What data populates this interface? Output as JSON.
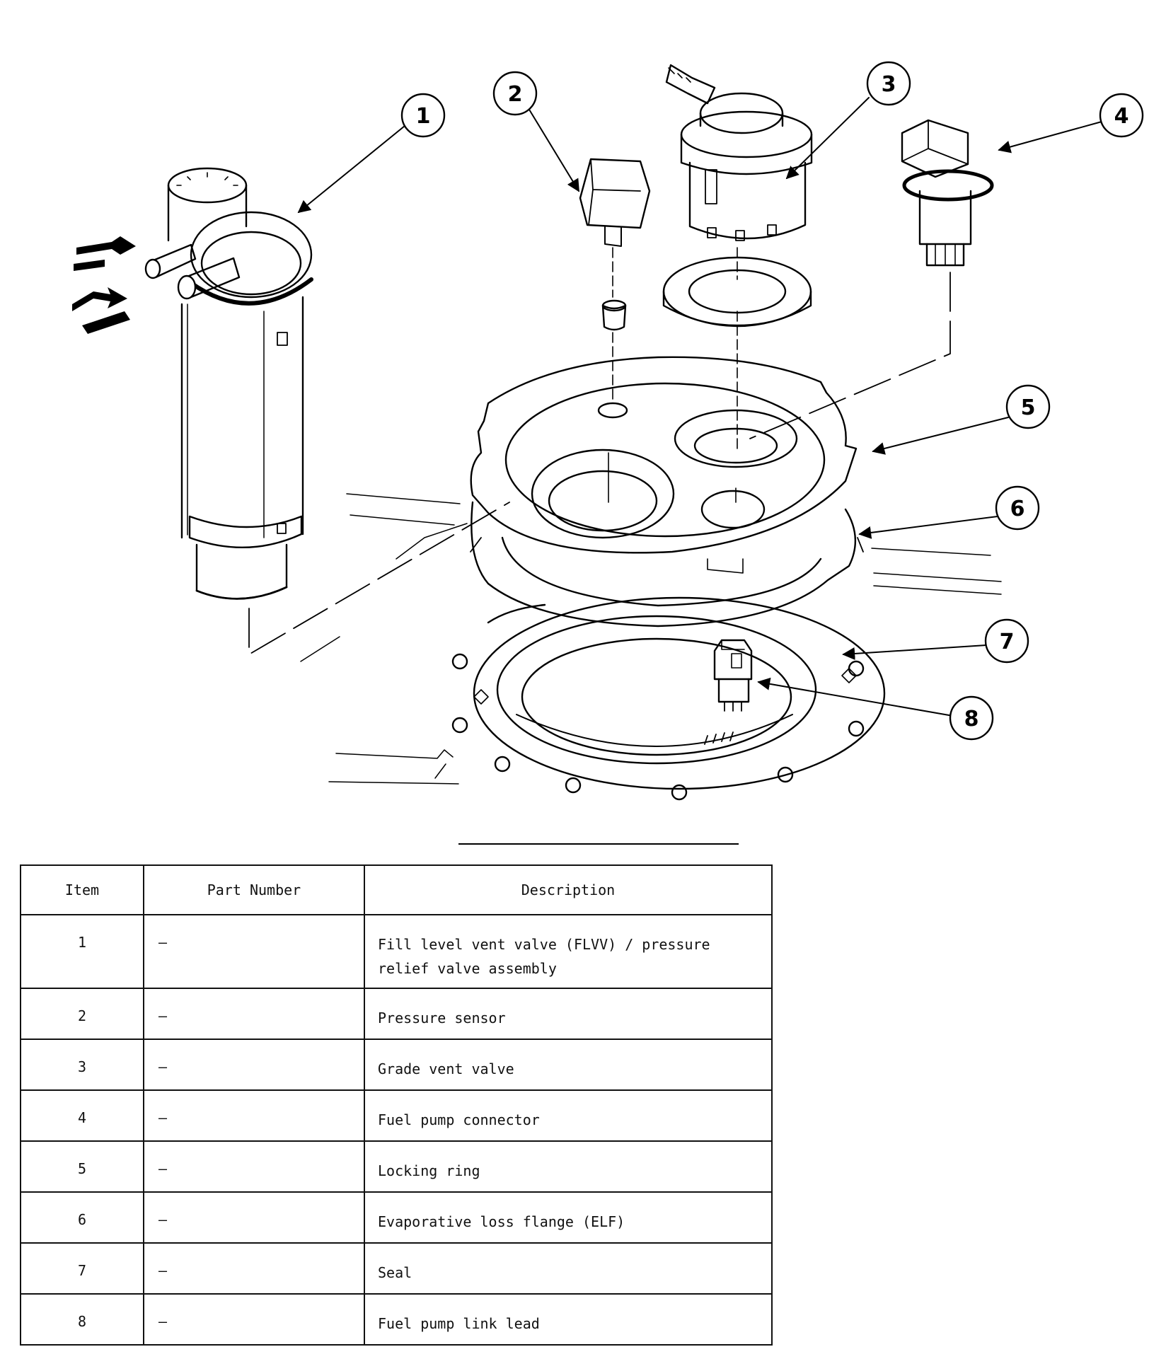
{
  "callouts": [
    "1",
    "2",
    "3",
    "4",
    "5",
    "6",
    "7",
    "8"
  ],
  "table": {
    "headers": {
      "item": "Item",
      "part_number": "Part Number",
      "description": "Description"
    },
    "rows": [
      {
        "item": "1",
        "part_number": "–",
        "description": "Fill level vent valve (FLVV) / pressure relief valve assembly"
      },
      {
        "item": "2",
        "part_number": "–",
        "description": "Pressure sensor"
      },
      {
        "item": "3",
        "part_number": "–",
        "description": "Grade vent valve"
      },
      {
        "item": "4",
        "part_number": "–",
        "description": "Fuel pump connector"
      },
      {
        "item": "5",
        "part_number": "–",
        "description": "Locking ring"
      },
      {
        "item": "6",
        "part_number": "–",
        "description": "Evaporative loss flange (ELF)"
      },
      {
        "item": "7",
        "part_number": "–",
        "description": "Seal"
      },
      {
        "item": "8",
        "part_number": "–",
        "description": "Fuel pump link lead"
      }
    ]
  }
}
